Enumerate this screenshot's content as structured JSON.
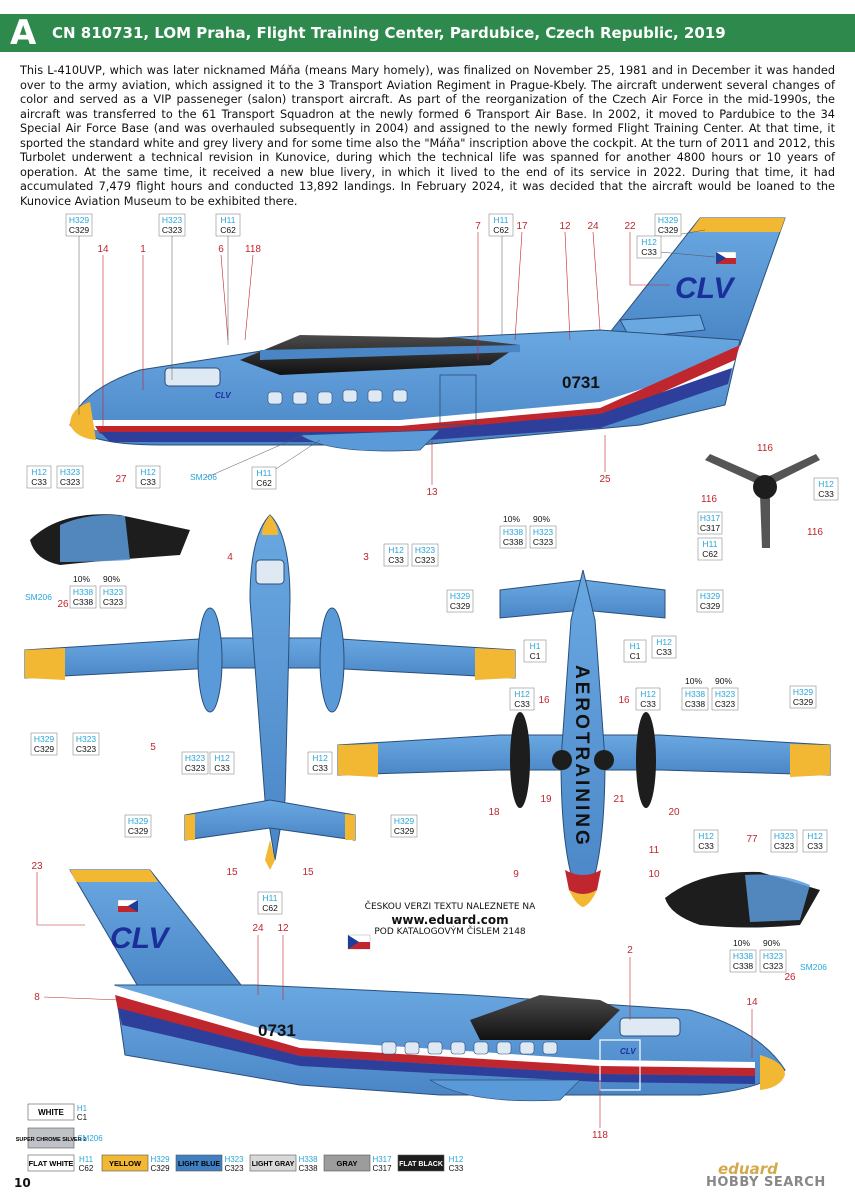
{
  "header": {
    "letter": "A",
    "title": "CN 810731, LOM Praha, Flight Training Center, Pardubice, Czech Republic, 2019"
  },
  "description": "This L-410UVP, which was later nicknamed Máňa (means Mary homely), was finalized on November 25, 1981 and in December it was handed over to the army aviation, which assigned it to the 3 Transport Aviation Regiment in Prague-Kbely. The aircraft underwent several changes of color and served as a VIP passeneger (salon) transport aircraft. As part of the reorganization of the Czech Air Force in the mid-1990s, the aircraft was transferred to the 61 Transport Squadron at the newly formed 6 Transport Air Base. In 2002, it moved to Pardubice to the 34 Special Air Force Base (and was overhauled subsequently in 2004) and assigned to the newly formed Flight Training Center. At that time, it sported the standard white and grey livery and for some time also the \"Máňa\" inscription above the cockpit. At the turn of 2011 and 2012, this Turbolet underwent a technical revision in Kunovice, during which the technical life was spanned for another 4800 hours or 10 years of operation. At the same time, it received a new blue livery, in which it lived to the end of its service in 2022. During that time, it had accumulated 7,479 flight hours and conducted 13,892 landings. In February 2024, it was decided that the aircraft would be loaned to the Kunovice Aviation Museum to be exhibited there.",
  "aircraft": {
    "tail_code": "CLV",
    "serial": "0731",
    "small_code": "CLV",
    "wing_text": "AEROTRAINING"
  },
  "callouts": {
    "h329": "H329",
    "c329": "C329",
    "h323": "H323",
    "c323": "C323",
    "h11": "H11",
    "c62": "C62",
    "h12": "H12",
    "c33": "C33",
    "h1": "H1",
    "c1": "C1",
    "h338": "H338",
    "c338": "C338",
    "h317": "H317",
    "c317": "C317",
    "sm206": "SM206",
    "pct10": "10%",
    "pct90": "90%"
  },
  "numbers": {
    "n1": "1",
    "n2": "2",
    "n3": "3",
    "n4": "4",
    "n5": "5",
    "n6": "6",
    "n7": "7",
    "n8": "8",
    "n9": "9",
    "n10": "10",
    "n11": "11",
    "n12": "12",
    "n13": "13",
    "n14": "14",
    "n15": "15",
    "n16": "16",
    "n17": "17",
    "n18": "18",
    "n19": "19",
    "n20": "20",
    "n21": "21",
    "n22": "22",
    "n23": "23",
    "n24": "24",
    "n25": "25",
    "n26": "26",
    "n27": "27",
    "n77": "77",
    "n116": "116",
    "n118": "118"
  },
  "czech_note": {
    "line1": "ČESKOU VERZI TEXTU NALEZNETE NA",
    "url": "www.eduard.com",
    "line2": "POD KATALOGOVÝM ČÍSLEM 2148"
  },
  "legend": [
    {
      "name": "WHITE",
      "h": "H1",
      "c": "C1",
      "color": "#ffffff",
      "text": "#000000"
    },
    {
      "name": "SUPER CHROME SILVER 2",
      "h": "SM206",
      "c": "",
      "color": "#bfc3c7",
      "text": "#000000"
    },
    {
      "name": "FLAT WHITE",
      "h": "H11",
      "c": "C62",
      "color": "#ffffff",
      "text": "#000000"
    },
    {
      "name": "YELLOW",
      "h": "H329",
      "c": "C329",
      "color": "#f2b733",
      "text": "#000000"
    },
    {
      "name": "LIGHT BLUE",
      "h": "H323",
      "c": "C323",
      "color": "#3f7fc2",
      "text": "#000000"
    },
    {
      "name": "LIGHT GRAY",
      "h": "H338",
      "c": "C338",
      "color": "#d9d9d9",
      "text": "#000000"
    },
    {
      "name": "GRAY",
      "h": "H317",
      "c": "C317",
      "color": "#9c9c9c",
      "text": "#000000"
    },
    {
      "name": "FLAT BLACK",
      "h": "H12",
      "c": "C33",
      "color": "#1d1d1d",
      "text": "#ffffff"
    }
  ],
  "footer": {
    "page_number": "10",
    "watermark_brand": "eduard",
    "watermark_site": "HOBBY SEARCH"
  },
  "colors": {
    "header_green": "#2e8a4c",
    "aircraft_blue": "#5b9ad8",
    "stripe_red": "#c0262d",
    "stripe_blue": "#2d3f9a",
    "tip_yellow": "#f2b733",
    "callout_cyan": "#2aa6d8",
    "number_red": "#c0262d"
  }
}
